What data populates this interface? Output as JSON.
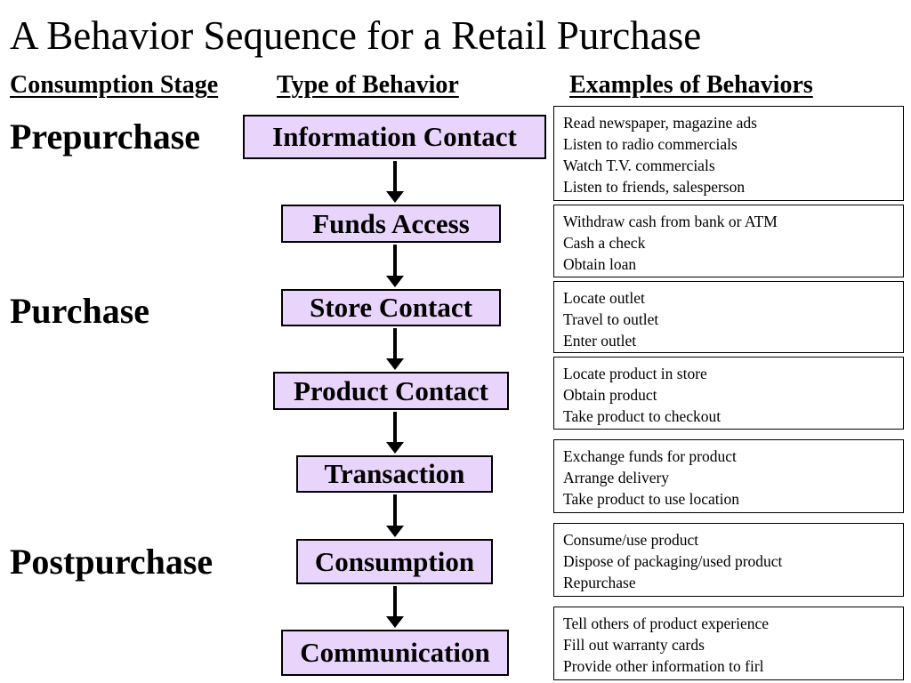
{
  "title": "A Behavior Sequence for a Retail Purchase",
  "headers": {
    "stage": "Consumption Stage",
    "behavior": "Type of Behavior",
    "examples": "Examples of Behaviors"
  },
  "stages": [
    "Prepurchase",
    "Purchase",
    "Postpurchase"
  ],
  "behaviors": [
    "Information Contact",
    "Funds Access",
    "Store Contact",
    "Product Contact",
    "Transaction",
    "Consumption",
    "Communication"
  ],
  "examples": [
    [
      "Read newspaper, magazine ads",
      "Listen to radio commercials",
      "Watch T.V. commercials",
      "Listen to friends, salesperson"
    ],
    [
      "Withdraw cash from bank or ATM",
      "Cash a check",
      "Obtain loan"
    ],
    [
      "Locate outlet",
      "Travel to outlet",
      "Enter outlet"
    ],
    [
      "Locate product in store",
      "Obtain product",
      "Take product to checkout"
    ],
    [
      "Exchange funds for product",
      "Arrange delivery",
      "Take product to use location"
    ],
    [
      "Consume/use product",
      "Dispose of packaging/used product",
      "Repurchase"
    ],
    [
      "Tell others of product experience",
      "Fill out warranty cards",
      "Provide other information to firl"
    ]
  ],
  "colors": {
    "behavior_box_fill": "#e9d4fb",
    "border": "#000000"
  }
}
